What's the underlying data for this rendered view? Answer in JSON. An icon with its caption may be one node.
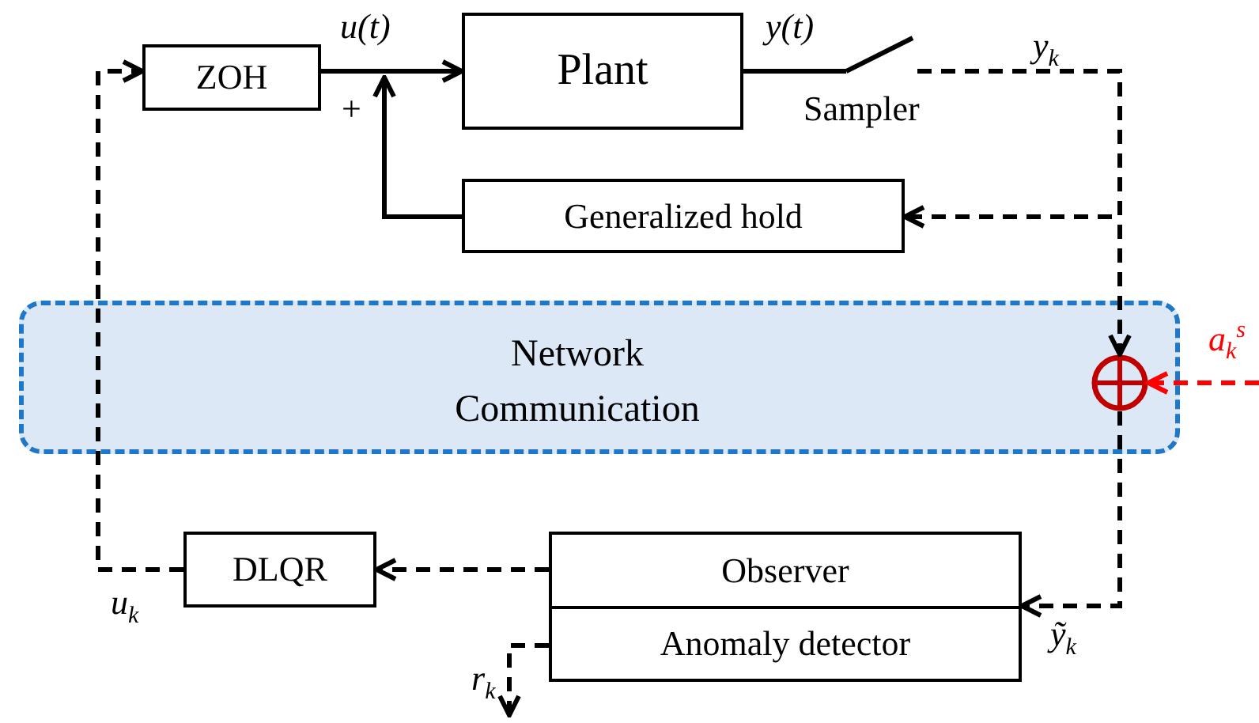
{
  "diagram": {
    "nodes": [
      {
        "text": [
          "ZOH"
        ]
      },
      {
        "text": [
          "Plant"
        ]
      },
      {
        "text": [
          "Generalized hold"
        ]
      },
      {
        "text": [
          "Network Communication"
        ]
      },
      {
        "text": [],
        "shape": "circle",
        "in": 3
      },
      {
        "text": [
          "Observer"
        ]
      },
      {
        "text": [
          "Anomaly detector"
        ]
      },
      {
        "text": [
          "DLQR"
        ]
      },
      {
        "text": [],
        "shape": "switch",
        "beside": [
          "Sampler"
        ]
      }
    ],
    "edges": [
      {
        "from": 0,
        "to": 1,
        "arrow": "to",
        "label": "u(t)"
      },
      {
        "from": 2,
        "to": null,
        "arrow": "to",
        "label": "+"
      },
      {
        "from": 1,
        "to": 8,
        "arrow": "none",
        "label": "y(t)"
      },
      {
        "from": 8,
        "to": 4,
        "arrow": "to",
        "label": "y$_{k}$",
        "style": "dashed"
      },
      {
        "from": 8,
        "to": 2,
        "arrow": "to",
        "style": "dashed"
      },
      {
        "from": null,
        "to": 4,
        "arrow": "to",
        "label": "a$_{k}$$^{s}$",
        "style": "dashed",
        "color": "#ff0000"
      },
      {
        "from": 4,
        "to": 5,
        "arrow": "to",
        "label": "ỹ$_{k}$",
        "style": "dashed"
      },
      {
        "from": 5,
        "to": 7,
        "arrow": "to",
        "style": "dashed"
      },
      {
        "from": 7,
        "to": 0,
        "arrow": "to",
        "label": "u$_{k}$",
        "style": "dashed"
      },
      {
        "from": 6,
        "to": null,
        "arrow": "to",
        "label": "r$_{k}$",
        "style": "dashed"
      }
    ]
  }
}
